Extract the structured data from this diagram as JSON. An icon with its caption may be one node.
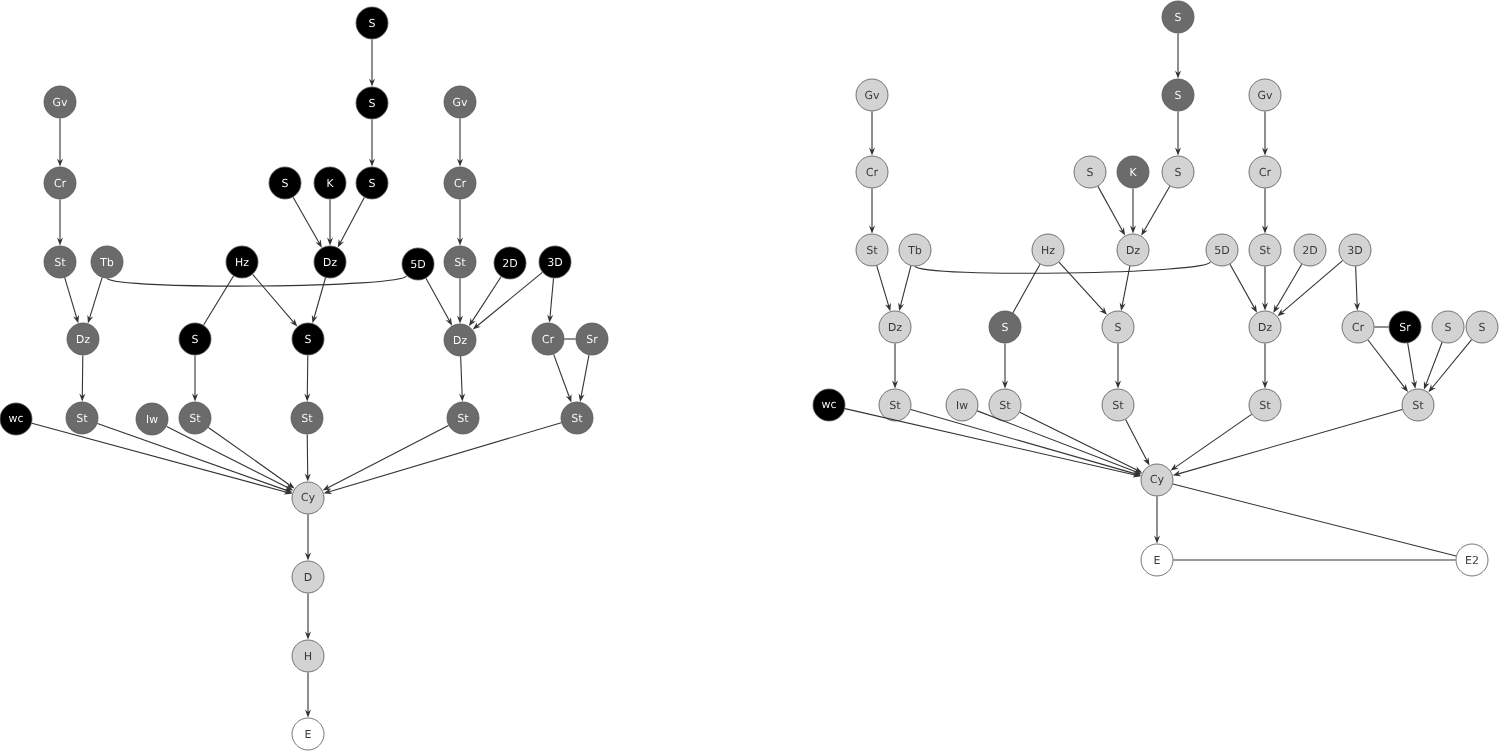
{
  "diagram": {
    "nodes": [
      {
        "text": [
          "S"
        ]
      },
      {
        "text": [
          "Gv"
        ]
      },
      {
        "text": [
          "S"
        ]
      },
      {
        "text": [
          "Gv"
        ]
      },
      {
        "text": [
          "Cr"
        ]
      },
      {
        "text": [
          "S"
        ]
      },
      {
        "text": [
          "K"
        ]
      },
      {
        "text": [
          "S"
        ]
      },
      {
        "text": [
          "Cr"
        ]
      },
      {
        "text": [
          "St"
        ]
      },
      {
        "text": [
          "Tb"
        ]
      },
      {
        "text": [
          "Hz"
        ]
      },
      {
        "text": [
          "Dz"
        ]
      },
      {
        "text": [
          "5D"
        ]
      },
      {
        "text": [
          "St"
        ]
      },
      {
        "text": [
          "2D"
        ]
      },
      {
        "text": [
          "3D"
        ]
      },
      {
        "text": [
          "Dz"
        ]
      },
      {
        "text": [
          "S"
        ]
      },
      {
        "text": [
          "S"
        ]
      },
      {
        "text": [
          "Dz"
        ]
      },
      {
        "text": [
          "Cr"
        ]
      },
      {
        "text": [
          "Sr"
        ]
      },
      {
        "text": [
          "wc"
        ]
      },
      {
        "text": [
          "St"
        ]
      },
      {
        "text": [
          "Iw"
        ]
      },
      {
        "text": [
          "St"
        ]
      },
      {
        "text": [
          "St"
        ]
      },
      {
        "text": [
          "St"
        ]
      },
      {
        "text": [
          "St"
        ]
      },
      {
        "text": [
          "Cy"
        ]
      },
      {
        "text": [
          "D"
        ]
      },
      {
        "text": [
          "H"
        ]
      },
      {
        "text": [
          "E"
        ]
      },
      {
        "text": [
          "S"
        ]
      },
      {
        "text": [
          "Gv"
        ]
      },
      {
        "text": [
          "S"
        ]
      },
      {
        "text": [
          "Gv"
        ]
      },
      {
        "text": [
          "Cr"
        ]
      },
      {
        "text": [
          "S"
        ]
      },
      {
        "text": [
          "K"
        ]
      },
      {
        "text": [
          "S"
        ]
      },
      {
        "text": [
          "Cr"
        ]
      },
      {
        "text": [
          "St"
        ]
      },
      {
        "text": [
          "Tb"
        ]
      },
      {
        "text": [
          "Hz"
        ]
      },
      {
        "text": [
          "Dz"
        ]
      },
      {
        "text": [
          "5D"
        ]
      },
      {
        "text": [
          "St"
        ]
      },
      {
        "text": [
          "2D"
        ]
      },
      {
        "text": [
          "3D"
        ]
      },
      {
        "text": [
          "Dz"
        ]
      },
      {
        "text": [
          "S"
        ]
      },
      {
        "text": [
          "S"
        ]
      },
      {
        "text": [
          "Dz"
        ]
      },
      {
        "text": [
          "Cr"
        ]
      },
      {
        "text": [
          "Sr"
        ]
      },
      {
        "text": [
          "S"
        ]
      },
      {
        "text": [
          "S"
        ]
      },
      {
        "text": [
          "wc"
        ]
      },
      {
        "text": [
          "St"
        ]
      },
      {
        "text": [
          "Iw"
        ]
      },
      {
        "text": [
          "St"
        ]
      },
      {
        "text": [
          "St"
        ]
      },
      {
        "text": [
          "St"
        ]
      },
      {
        "text": [
          "St"
        ]
      },
      {
        "text": [
          "Cy"
        ]
      },
      {
        "text": [
          "E"
        ]
      },
      {
        "text": [
          "E2"
        ]
      }
    ],
    "edges": [
      {
        "from": 0,
        "to": 2,
        "arrow": "to"
      },
      {
        "from": 2,
        "to": 7,
        "arrow": "to"
      },
      {
        "from": 1,
        "to": 4,
        "arrow": "to"
      },
      {
        "from": 4,
        "to": 9,
        "arrow": "to"
      },
      {
        "from": 3,
        "to": 8,
        "arrow": "to"
      },
      {
        "from": 8,
        "to": 14,
        "arrow": "to"
      },
      {
        "from": 5,
        "to": 12,
        "arrow": "to"
      },
      {
        "from": 6,
        "to": 12,
        "arrow": "to"
      },
      {
        "from": 7,
        "to": 12,
        "arrow": "to"
      },
      {
        "from": 9,
        "to": 17,
        "arrow": "to"
      },
      {
        "from": 10,
        "to": 17,
        "arrow": "to"
      },
      {
        "from": 10,
        "to": 13,
        "arrow": "none"
      },
      {
        "from": 11,
        "to": 18,
        "arrow": "none"
      },
      {
        "from": 11,
        "to": 19,
        "arrow": "to"
      },
      {
        "from": 12,
        "to": 19,
        "arrow": "to"
      },
      {
        "from": 13,
        "to": 20,
        "arrow": "to"
      },
      {
        "from": 14,
        "to": 20,
        "arrow": "to"
      },
      {
        "from": 15,
        "to": 20,
        "arrow": "to"
      },
      {
        "from": 16,
        "to": 20,
        "arrow": "to"
      },
      {
        "from": 16,
        "to": 21,
        "arrow": "to"
      },
      {
        "from": 21,
        "to": 22,
        "arrow": "none"
      },
      {
        "from": 21,
        "to": 29,
        "arrow": "to"
      },
      {
        "from": 22,
        "to": 29,
        "arrow": "to"
      },
      {
        "from": 17,
        "to": 24,
        "arrow": "to"
      },
      {
        "from": 18,
        "to": 26,
        "arrow": "to"
      },
      {
        "from": 19,
        "to": 27,
        "arrow": "to"
      },
      {
        "from": 20,
        "to": 28,
        "arrow": "to"
      },
      {
        "from": 23,
        "to": 30,
        "arrow": "to"
      },
      {
        "from": 24,
        "to": 30,
        "arrow": "to"
      },
      {
        "from": 25,
        "to": 30,
        "arrow": "to"
      },
      {
        "from": 26,
        "to": 30,
        "arrow": "to"
      },
      {
        "from": 27,
        "to": 30,
        "arrow": "to"
      },
      {
        "from": 28,
        "to": 30,
        "arrow": "to"
      },
      {
        "from": 29,
        "to": 30,
        "arrow": "to"
      },
      {
        "from": 30,
        "to": 31,
        "arrow": "to"
      },
      {
        "from": 31,
        "to": 32,
        "arrow": "to"
      },
      {
        "from": 32,
        "to": 33,
        "arrow": "to"
      },
      {
        "from": 34,
        "to": 36,
        "arrow": "to"
      },
      {
        "from": 36,
        "to": 41,
        "arrow": "to"
      },
      {
        "from": 35,
        "to": 38,
        "arrow": "to"
      },
      {
        "from": 38,
        "to": 43,
        "arrow": "to"
      },
      {
        "from": 37,
        "to": 42,
        "arrow": "to"
      },
      {
        "from": 42,
        "to": 48,
        "arrow": "to"
      },
      {
        "from": 39,
        "to": 46,
        "arrow": "to"
      },
      {
        "from": 40,
        "to": 46,
        "arrow": "to"
      },
      {
        "from": 41,
        "to": 46,
        "arrow": "to"
      },
      {
        "from": 43,
        "to": 51,
        "arrow": "to"
      },
      {
        "from": 44,
        "to": 51,
        "arrow": "to"
      },
      {
        "from": 44,
        "to": 47,
        "arrow": "none"
      },
      {
        "from": 45,
        "to": 52,
        "arrow": "none"
      },
      {
        "from": 45,
        "to": 53,
        "arrow": "to"
      },
      {
        "from": 46,
        "to": 53,
        "arrow": "to"
      },
      {
        "from": 47,
        "to": 54,
        "arrow": "to"
      },
      {
        "from": 48,
        "to": 54,
        "arrow": "to"
      },
      {
        "from": 49,
        "to": 54,
        "arrow": "to"
      },
      {
        "from": 50,
        "to": 54,
        "arrow": "to"
      },
      {
        "from": 50,
        "to": 55,
        "arrow": "to"
      },
      {
        "from": 55,
        "to": 56,
        "arrow": "none"
      },
      {
        "from": 55,
        "to": 65,
        "arrow": "to"
      },
      {
        "from": 56,
        "to": 65,
        "arrow": "to"
      },
      {
        "from": 57,
        "to": 65,
        "arrow": "to"
      },
      {
        "from": 58,
        "to": 65,
        "arrow": "to"
      },
      {
        "from": 51,
        "to": 60,
        "arrow": "to"
      },
      {
        "from": 52,
        "to": 62,
        "arrow": "to"
      },
      {
        "from": 53,
        "to": 63,
        "arrow": "to"
      },
      {
        "from": 54,
        "to": 64,
        "arrow": "to"
      },
      {
        "from": 59,
        "to": 66,
        "arrow": "to"
      },
      {
        "from": 60,
        "to": 66,
        "arrow": "to"
      },
      {
        "from": 61,
        "to": 66,
        "arrow": "to"
      },
      {
        "from": 62,
        "to": 66,
        "arrow": "to"
      },
      {
        "from": 63,
        "to": 66,
        "arrow": "to"
      },
      {
        "from": 64,
        "to": 66,
        "arrow": "to"
      },
      {
        "from": 65,
        "to": 66,
        "arrow": "to"
      },
      {
        "from": 66,
        "to": 67,
        "arrow": "to"
      },
      {
        "from": 66,
        "to": 68,
        "arrow": "none"
      },
      {
        "from": 67,
        "to": 68,
        "arrow": "none"
      }
    ]
  }
}
